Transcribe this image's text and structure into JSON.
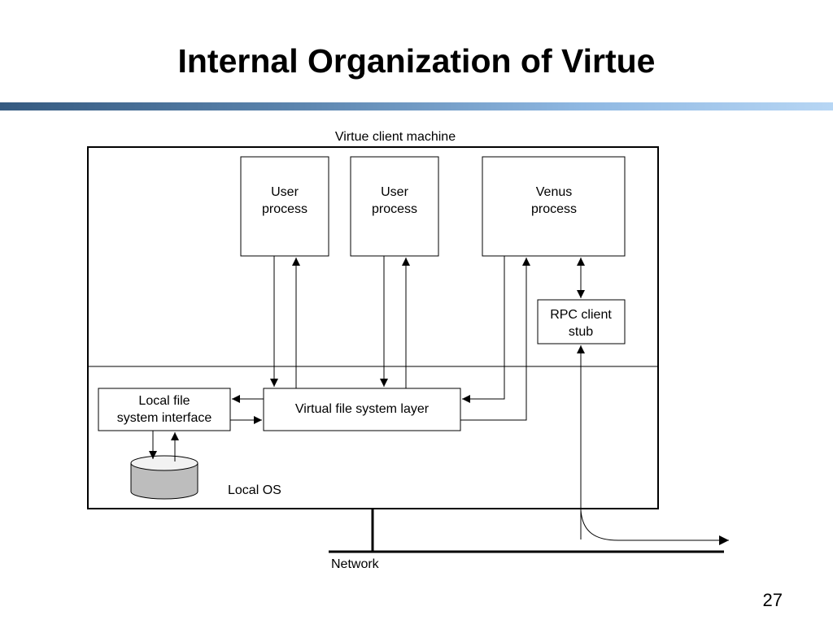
{
  "slide": {
    "title": "Internal Organization of Virtue",
    "page_number": "27"
  },
  "diagram": {
    "machine_label": "Virtue client machine",
    "user_process_1": [
      "User",
      "process"
    ],
    "user_process_2": [
      "User",
      "process"
    ],
    "venus_process": [
      "Venus",
      "process"
    ],
    "rpc_stub": [
      "RPC client",
      "stub"
    ],
    "vfs_layer": "Virtual file system layer",
    "local_fs_interface": [
      "Local file",
      "system interface"
    ],
    "local_os_label": "Local OS",
    "network_label": "Network"
  }
}
